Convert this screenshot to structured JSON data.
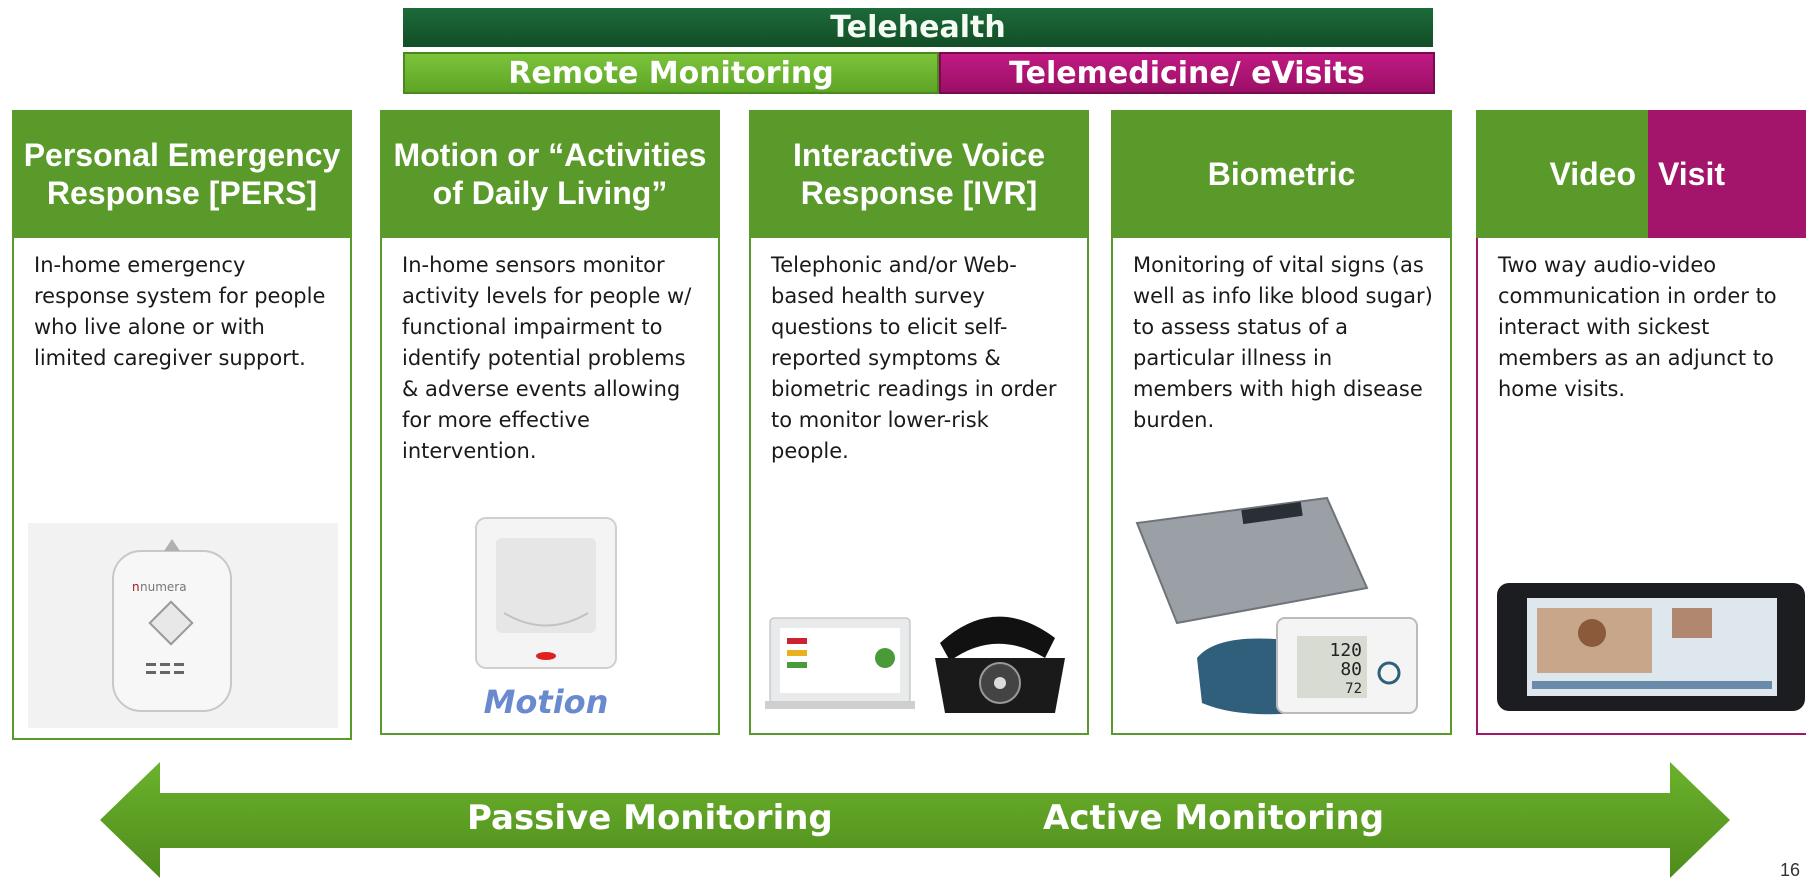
{
  "header": {
    "telehealth": "Telehealth",
    "remote_monitoring": "Remote Monitoring",
    "telemedicine": "Telemedicine/ eVisits"
  },
  "columns": [
    {
      "title": "Personal Emergency Response [PERS]",
      "description": "In-home emergency response system for people who live alone or with limited caregiver support.",
      "device_brand": "numera"
    },
    {
      "title": "Motion or “Activities of Daily Living”",
      "description": "In-home sensors monitor activity levels for people w/ functional impairment to identify potential problems & adverse events allowing for more effective intervention.",
      "caption": "Motion"
    },
    {
      "title": "Interactive Voice Response [IVR]",
      "description": "Telephonic and/or Web-based health survey questions to elicit self-reported symptoms & biometric readings in order to monitor lower-risk people."
    },
    {
      "title": "Biometric",
      "description": "Monitoring of vital signs (as well as info like blood sugar) to assess status of a particular illness in members with high disease burden.",
      "bp_readings": [
        "120",
        "80",
        "72"
      ]
    },
    {
      "title_left": "Video",
      "title_right": "Visit",
      "description": "Two way audio-video communication in order to interact with sickest members as an adjunct to home visits."
    }
  ],
  "arrow": {
    "left_label": "Passive Monitoring",
    "right_label": "Active Monitoring"
  },
  "page_number": "16",
  "colors": {
    "dark_green": "#1d6a3a",
    "green": "#5a9a2a",
    "magenta": "#a3146b"
  }
}
